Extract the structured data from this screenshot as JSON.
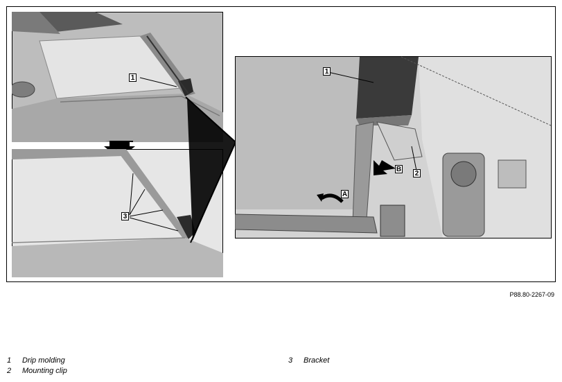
{
  "figure": {
    "reference": "P88.80-2267-09",
    "callouts": {
      "top_view": "1",
      "bottom_view": "3",
      "detail_part1": "1",
      "detail_part2": "2",
      "detail_arrow_a": "A",
      "detail_arrow_b": "B"
    }
  },
  "legend": [
    {
      "num": "1",
      "label": "Drip molding"
    },
    {
      "num": "2",
      "label": "Mounting clip"
    },
    {
      "num": "3",
      "label": "Bracket"
    }
  ],
  "colors": {
    "frame": "#000000",
    "panel_bg": "#c8c8c8",
    "glass": "#e2e2e2",
    "molding": "#3a3a3a"
  }
}
